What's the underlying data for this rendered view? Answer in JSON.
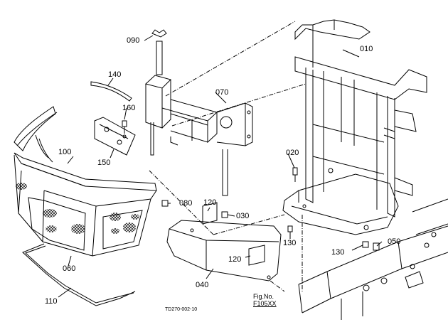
{
  "diagram": {
    "drawing_id": "TD270-002-10",
    "figure_reference": {
      "title": "Fig.No.",
      "code": "F105XX"
    },
    "callouts": [
      {
        "id": "090",
        "label": "090"
      },
      {
        "id": "010",
        "label": "010"
      },
      {
        "id": "140",
        "label": "140"
      },
      {
        "id": "070",
        "label": "070"
      },
      {
        "id": "160",
        "label": "160"
      },
      {
        "id": "100",
        "label": "100"
      },
      {
        "id": "150",
        "label": "150"
      },
      {
        "id": "020",
        "label": "020"
      },
      {
        "id": "080",
        "label": "080"
      },
      {
        "id": "120a",
        "label": "120"
      },
      {
        "id": "030",
        "label": "030"
      },
      {
        "id": "130a",
        "label": "130"
      },
      {
        "id": "050",
        "label": "050"
      },
      {
        "id": "130b",
        "label": "130"
      },
      {
        "id": "120b",
        "label": "120"
      },
      {
        "id": "060",
        "label": "060"
      },
      {
        "id": "040",
        "label": "040"
      },
      {
        "id": "110",
        "label": "110"
      }
    ]
  },
  "colors": {
    "line": "#000000",
    "background": "#ffffff",
    "mesh": "#000000"
  }
}
